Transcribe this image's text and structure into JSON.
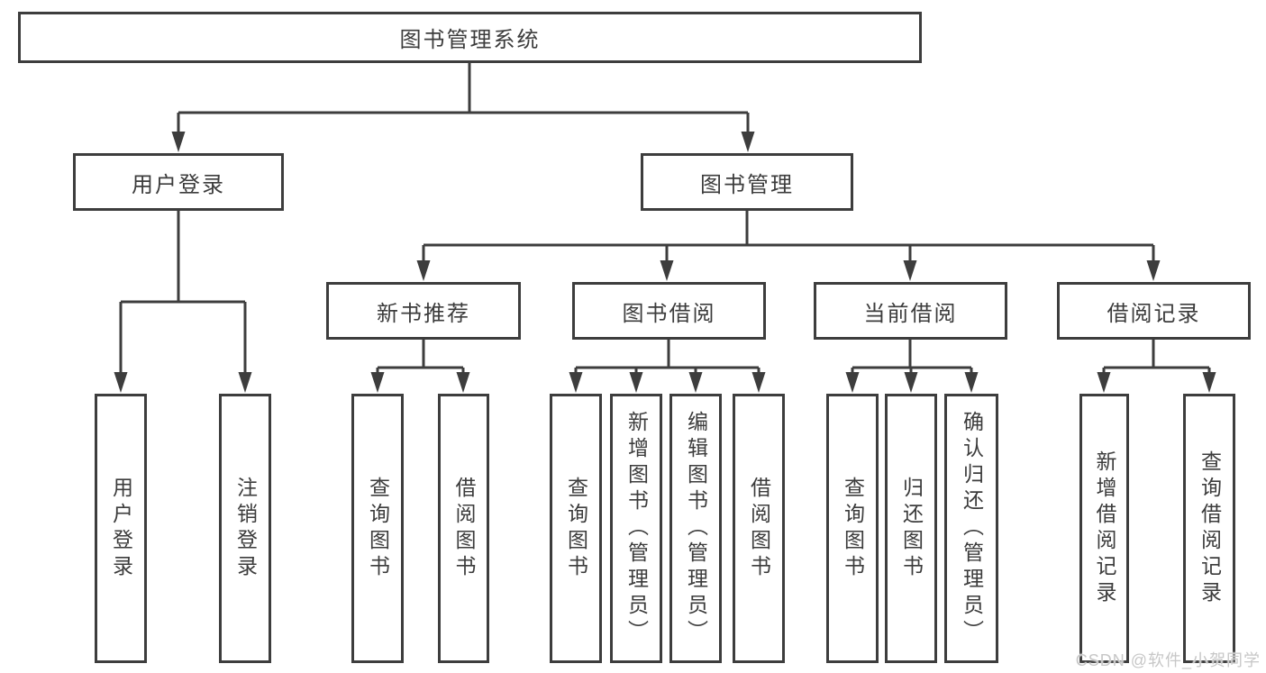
{
  "diagram": {
    "title": "图书管理系统",
    "tree": {
      "label": "图书管理系统",
      "children": [
        {
          "label": "用户登录",
          "children": [
            {
              "label": "用户登录"
            },
            {
              "label": "注销登录"
            }
          ]
        },
        {
          "label": "图书管理",
          "children": [
            {
              "label": "新书推荐",
              "children": [
                {
                  "label": "查询图书"
                },
                {
                  "label": "借阅图书"
                }
              ]
            },
            {
              "label": "图书借阅",
              "children": [
                {
                  "label": "查询图书"
                },
                {
                  "label": "新增图书（管理员）"
                },
                {
                  "label": "编辑图书（管理员）"
                },
                {
                  "label": "借阅图书"
                }
              ]
            },
            {
              "label": "当前借阅",
              "children": [
                {
                  "label": "查询图书"
                },
                {
                  "label": "归还图书"
                },
                {
                  "label": "确认归还（管理员）"
                }
              ]
            },
            {
              "label": "借阅记录",
              "children": [
                {
                  "label": "新增借阅记录"
                },
                {
                  "label": "查询借阅记录"
                }
              ]
            }
          ]
        }
      ]
    }
  },
  "watermark": {
    "text": "CSDN @软件_小贺同学"
  },
  "colors": {
    "line": "#3d3d3d",
    "text": "#3c3c3c",
    "background": "#ffffff",
    "watermark": "#c7c7c7"
  }
}
